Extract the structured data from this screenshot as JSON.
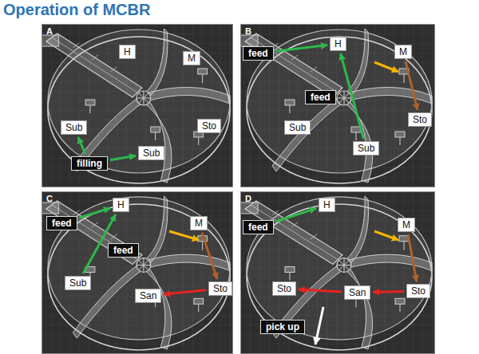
{
  "diagram": {
    "title": "Operation of MCBR",
    "nodes": [
      {
        "text": [
          "A"
        ]
      },
      {
        "text": [
          "H"
        ],
        "in": 0
      },
      {
        "text": [
          "M"
        ],
        "in": 0
      },
      {
        "text": [
          "Sub"
        ],
        "in": 0
      },
      {
        "text": [
          "Sub"
        ],
        "in": 0
      },
      {
        "text": [
          "Sto"
        ],
        "in": 0
      },
      {
        "text": [
          "filling"
        ],
        "in": 0
      },
      {
        "text": [
          "B"
        ]
      },
      {
        "text": [
          "H"
        ],
        "in": 7
      },
      {
        "text": [
          "M"
        ],
        "in": 7
      },
      {
        "text": [
          "Sub"
        ],
        "in": 7
      },
      {
        "text": [
          "Sub"
        ],
        "in": 7
      },
      {
        "text": [
          "Sto"
        ],
        "in": 7
      },
      {
        "text": [
          "feed"
        ],
        "in": 7
      },
      {
        "text": [
          "feed"
        ],
        "in": 7
      },
      {
        "text": [
          "C"
        ]
      },
      {
        "text": [
          "H"
        ],
        "in": 15
      },
      {
        "text": [
          "M"
        ],
        "in": 15
      },
      {
        "text": [
          "Sub"
        ],
        "in": 15
      },
      {
        "text": [
          "San"
        ],
        "in": 15
      },
      {
        "text": [
          "Sto"
        ],
        "in": 15
      },
      {
        "text": [
          "feed"
        ],
        "in": 15
      },
      {
        "text": [
          "feed"
        ],
        "in": 15
      },
      {
        "text": [
          "D"
        ]
      },
      {
        "text": [
          "H"
        ],
        "in": 23
      },
      {
        "text": [
          "M"
        ],
        "in": 23
      },
      {
        "text": [
          "Sto"
        ],
        "in": 23
      },
      {
        "text": [
          "San"
        ],
        "in": 23
      },
      {
        "text": [
          "Sto"
        ],
        "in": 23
      },
      {
        "text": [
          "feed"
        ],
        "in": 23
      },
      {
        "text": [
          "pick up"
        ],
        "in": 23
      }
    ],
    "edges": [
      {
        "from": 6,
        "to": 3,
        "arrow": "to"
      },
      {
        "from": 6,
        "to": 4,
        "arrow": "to"
      },
      {
        "from": 13,
        "to": 8,
        "arrow": "to"
      },
      {
        "from": 11,
        "to": 8,
        "arrow": "to"
      },
      {
        "from": 9,
        "to": 12,
        "arrow": "to"
      },
      {
        "from": 21,
        "to": 16,
        "arrow": "to"
      },
      {
        "from": 18,
        "to": 16,
        "arrow": "to"
      },
      {
        "from": 17,
        "to": 20,
        "arrow": "to"
      },
      {
        "from": 20,
        "to": 19,
        "arrow": "to"
      },
      {
        "from": 29,
        "to": 24,
        "arrow": "to"
      },
      {
        "from": 25,
        "to": 28,
        "arrow": "to"
      },
      {
        "from": 28,
        "to": 27,
        "arrow": "to"
      },
      {
        "from": 27,
        "to": 26,
        "arrow": "to"
      }
    ]
  }
}
